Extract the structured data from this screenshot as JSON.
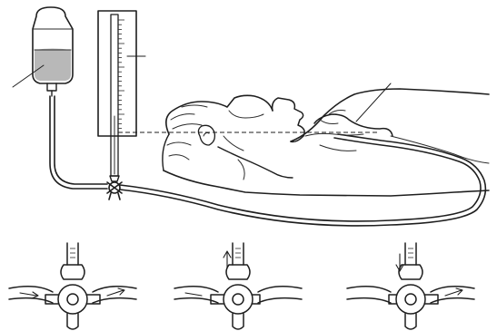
{
  "figure": {
    "description_hidden": "",
    "colors": {
      "ink": "#1e1e1e",
      "fluid": "#b8b8b8",
      "paper": "#ffffff"
    },
    "parts": [
      "iv-bag",
      "manometer",
      "patient",
      "three-way-stopcock",
      "stopcock-positions"
    ],
    "stopcock_positions": [
      {
        "name": "infuse-to-patient",
        "flow": "bag-to-patient"
      },
      {
        "name": "fill-manometer",
        "flow": "bag-to-manometer"
      },
      {
        "name": "measure-pressure",
        "flow": "manometer-to-patient"
      }
    ]
  }
}
